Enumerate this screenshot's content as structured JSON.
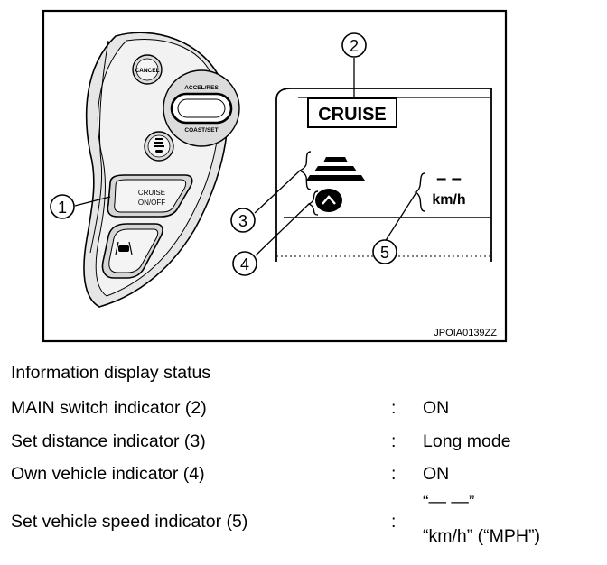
{
  "figure": {
    "code": "JPOIA0139ZZ",
    "buttons": {
      "cancel": "CANCEL",
      "accel_res": "ACCEL/RES",
      "coast_set": "COAST/SET",
      "cruise_line1": "CRUISE",
      "cruise_line2": "ON/OFF"
    },
    "display": {
      "cruise_label": "CRUISE",
      "speed_placeholder": "– –",
      "speed_unit": "km/h"
    },
    "callouts": [
      "1",
      "2",
      "3",
      "4",
      "5"
    ]
  },
  "info": {
    "heading": "Information display status",
    "rows": [
      {
        "label": "MAIN switch indicator (2)",
        "sep": ":",
        "value": "ON"
      },
      {
        "label": "Set distance indicator (3)",
        "sep": ":",
        "value": "Long mode"
      },
      {
        "label": "Own vehicle indicator (4)",
        "sep": ":",
        "value": "ON"
      },
      {
        "label": "Set vehicle speed indicator (5)",
        "sep": ":",
        "value_line1": "“— —”",
        "value_line2": "“km/h” (“MPH”)"
      }
    ]
  }
}
